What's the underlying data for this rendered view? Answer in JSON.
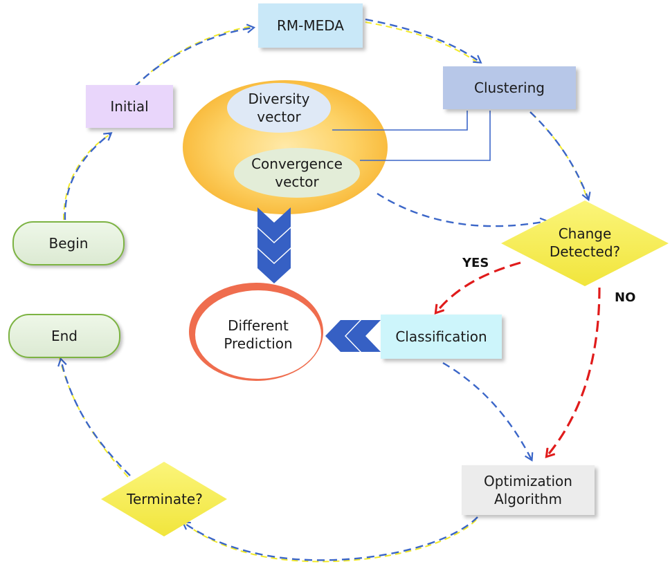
{
  "nodes": {
    "rm_meda": "RM-MEDA",
    "clustering": "Clustering",
    "initial": "Initial",
    "diversity_vector": "Diversity\nvector",
    "convergence_vector": "Convergence\nvector",
    "begin": "Begin",
    "end": "End",
    "change_detected": "Change\nDetected?",
    "different_prediction": "Different\nPrediction",
    "classification": "Classification",
    "optimization_algorithm": "Optimization\nAlgorithm",
    "terminate": "Terminate?"
  },
  "edge_labels": {
    "yes": "YES",
    "no": "NO"
  },
  "colors": {
    "blue_arrow": "#3b66c8",
    "red_arrow": "#e01b1b",
    "yellow_dash": "#f2ea2a",
    "chevron": "#3660c4"
  }
}
